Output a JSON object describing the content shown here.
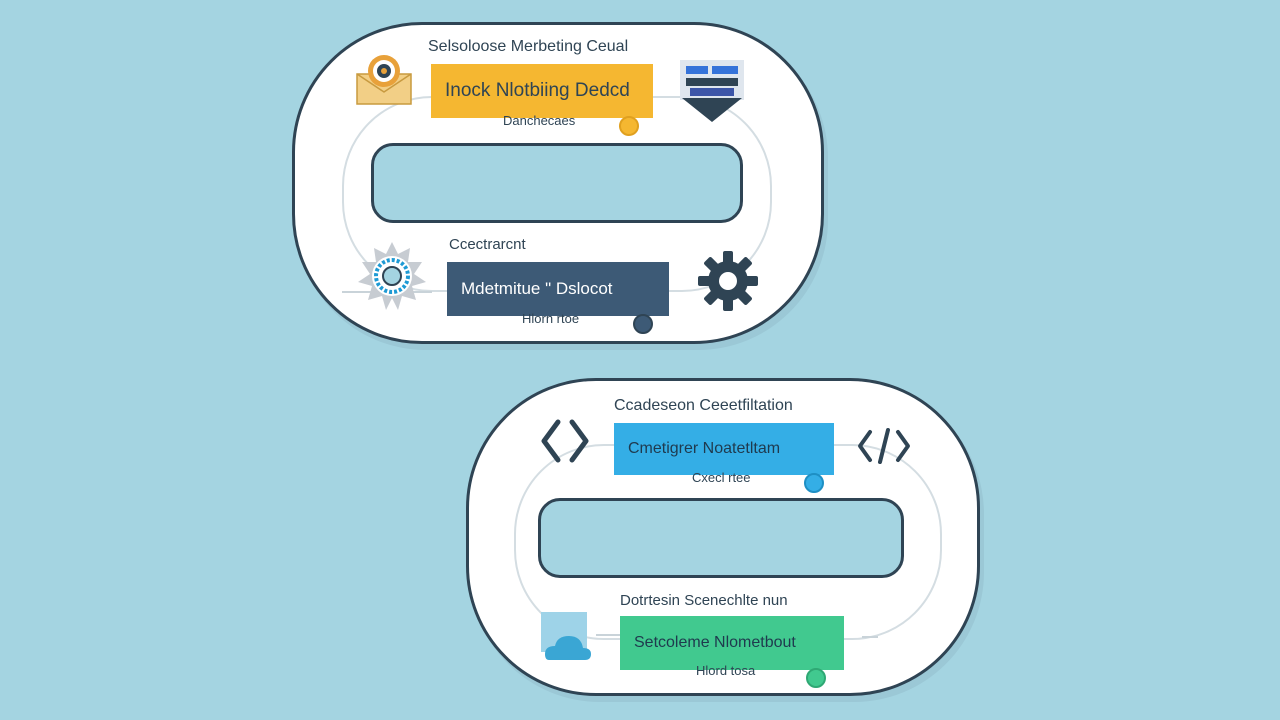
{
  "colors": {
    "background": "#a4d4e1",
    "outline": "#2f4454",
    "yellow": "#f5b731",
    "navy": "#3d5a76",
    "blue": "#34aee6",
    "green": "#41c98f"
  },
  "top_panel": {
    "heading": "Selsoloose Merbeting Ceual",
    "cards": [
      {
        "label": "Inock Nlotbiing Dedcd",
        "sublabel": "Danchecaes",
        "icon_left": "envelope-target-icon",
        "icon_right": "layers-icon"
      },
      {
        "heading": "Ccectrarcnt",
        "label": "Mdetmitue \" Dslocot",
        "sublabel": "Hlorn rtoe",
        "icon_left": "gear-badge-icon",
        "icon_right": "gear-icon"
      }
    ]
  },
  "bottom_panel": {
    "heading": "Ccadeseon Ceeetfiltation",
    "cards": [
      {
        "label": "Cmetigrer Noatetltam",
        "sublabel": "Cxecl rtee",
        "icon_left": "code-brackets-icon",
        "icon_right": "code-slash-icon"
      },
      {
        "heading": "Dotrtesin Scenechlte nun",
        "label": "Setcoleme Nlometbout",
        "sublabel": "Hlord tosa",
        "icon_left": "cloud-image-icon"
      }
    ]
  }
}
